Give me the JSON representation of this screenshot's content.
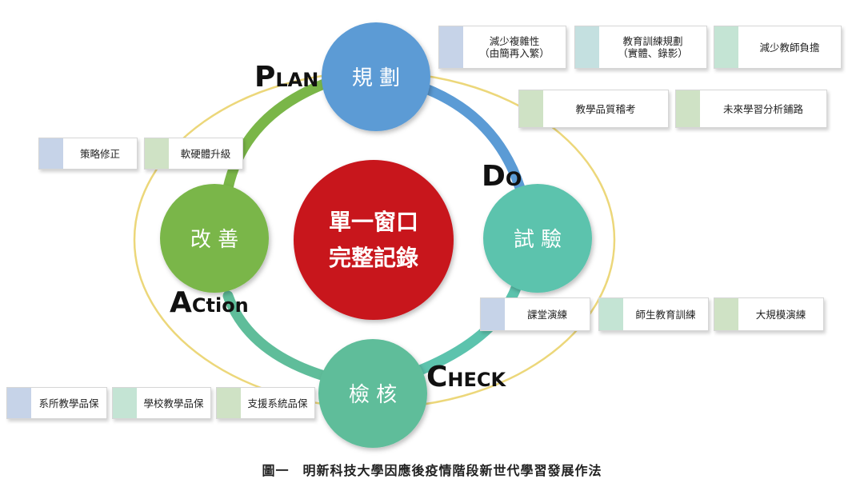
{
  "colors": {
    "ellipse": "#ecd77a",
    "plan": "#5b9bd5",
    "do": "#5cc3ad",
    "check": "#5fbd9a",
    "act": "#7ab648",
    "center": "#c8151f",
    "swatch_blue": "#c6d3e8",
    "swatch_teal": "#c4e0e0",
    "swatch_mint": "#c4e4d4",
    "swatch_green": "#cfe2c5"
  },
  "nodes": {
    "plan": "規 劃",
    "do": "試 驗",
    "check": "檢 核",
    "act": "改 善",
    "center_line1": "單一窗口",
    "center_line2": "完整記錄"
  },
  "stage_labels": {
    "plan_cap": "P",
    "plan_rest": "LAN",
    "do_cap": "D",
    "do_rest": "O",
    "check_cap": "C",
    "check_rest": "HECK",
    "act_cap": "A",
    "act_rest": "Ction"
  },
  "tags": {
    "t1": "減少複雜性\n（由簡再入繁）",
    "t2": "教育訓練規劃\n（實體、錄影）",
    "t3": "減少教師負擔",
    "t4": "教學品質稽考",
    "t5": "未來學習分析鋪路",
    "t6": "策略修正",
    "t7": "軟硬體升級",
    "t8": "課堂演練",
    "t9": "師生教育訓練",
    "t10": "大規模演練",
    "t11": "系所教學品保",
    "t12": "學校教學品保",
    "t13": "支援系統品保"
  },
  "caption": "圖一　明新科技大學因應後疫情階段新世代學習發展作法"
}
